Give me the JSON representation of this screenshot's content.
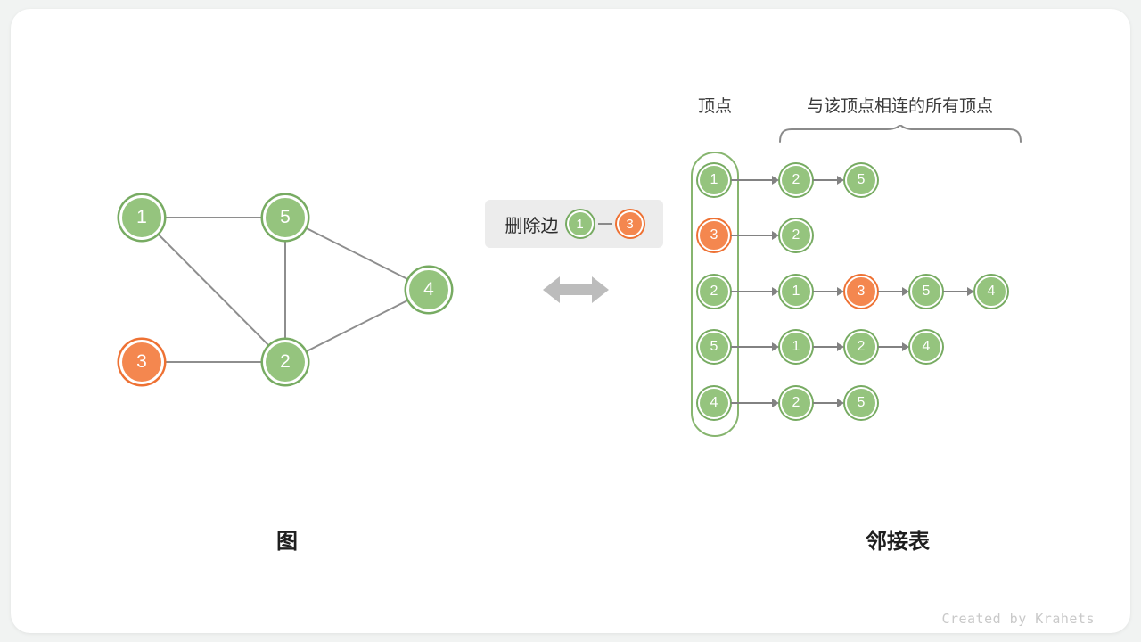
{
  "palette": {
    "green_fill": "#95C47E",
    "green_ring": "#77AB62",
    "orange_fill": "#F4874F",
    "orange_ring": "#EE7133",
    "edge_gray": "#8e8e8e",
    "arrow_gray": "#828282",
    "swap_arrow_gray": "#bcbcbc",
    "op_box_bg": "#ececec"
  },
  "graph": {
    "caption": "图",
    "nodes": [
      {
        "label": "1",
        "color": "green"
      },
      {
        "label": "5",
        "color": "green"
      },
      {
        "label": "4",
        "color": "green"
      },
      {
        "label": "3",
        "color": "orange"
      },
      {
        "label": "2",
        "color": "green"
      }
    ],
    "edges": [
      [
        "1",
        "5"
      ],
      [
        "1",
        "2"
      ],
      [
        "5",
        "2"
      ],
      [
        "5",
        "4"
      ],
      [
        "2",
        "4"
      ],
      [
        "3",
        "2"
      ]
    ]
  },
  "operation": {
    "label": "删除边",
    "edge": [
      {
        "label": "1",
        "color": "green"
      },
      {
        "label": "3",
        "color": "orange"
      }
    ]
  },
  "adjacency": {
    "caption": "邻接表",
    "header_vertex": "顶点",
    "header_neighbors": "与该顶点相连的所有顶点",
    "rows": [
      {
        "vertex": {
          "label": "1",
          "color": "green"
        },
        "neighbors": [
          {
            "label": "2",
            "color": "green"
          },
          {
            "label": "5",
            "color": "green"
          }
        ]
      },
      {
        "vertex": {
          "label": "3",
          "color": "orange"
        },
        "neighbors": [
          {
            "label": "2",
            "color": "green"
          }
        ]
      },
      {
        "vertex": {
          "label": "2",
          "color": "green"
        },
        "neighbors": [
          {
            "label": "1",
            "color": "green"
          },
          {
            "label": "3",
            "color": "orange"
          },
          {
            "label": "5",
            "color": "green"
          },
          {
            "label": "4",
            "color": "green"
          }
        ]
      },
      {
        "vertex": {
          "label": "5",
          "color": "green"
        },
        "neighbors": [
          {
            "label": "1",
            "color": "green"
          },
          {
            "label": "2",
            "color": "green"
          },
          {
            "label": "4",
            "color": "green"
          }
        ]
      },
      {
        "vertex": {
          "label": "4",
          "color": "green"
        },
        "neighbors": [
          {
            "label": "2",
            "color": "green"
          },
          {
            "label": "5",
            "color": "green"
          }
        ]
      }
    ]
  },
  "footer": {
    "credit": "Created by Krahets"
  }
}
